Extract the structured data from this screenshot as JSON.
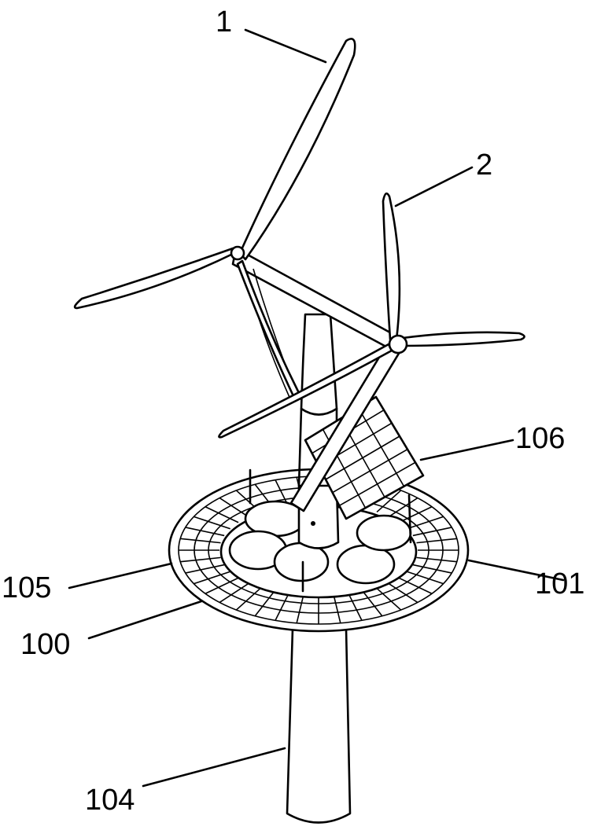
{
  "labels": {
    "blade_upper": "1",
    "blade_lower": "2",
    "solar_panel": "106",
    "ring_left": "105",
    "ring_right": "101",
    "platform": "100",
    "tower": "104"
  },
  "colors": {
    "ink": "#000000",
    "paper": "#ffffff"
  }
}
